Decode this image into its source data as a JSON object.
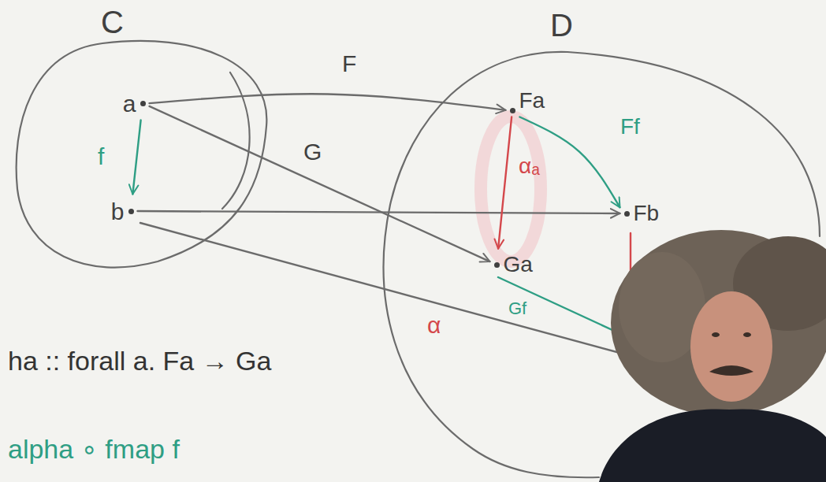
{
  "diagram": {
    "nodes": [
      {
        "text": [
          "C"
        ]
      },
      {
        "text": [
          "a"
        ],
        "in": 0
      },
      {
        "text": [
          "b"
        ],
        "in": 0
      },
      {
        "text": [
          "D"
        ]
      },
      {
        "text": [
          "Fa"
        ],
        "in": 3
      },
      {
        "text": [
          "Fb"
        ],
        "in": 3
      },
      {
        "text": [
          "Ga"
        ],
        "in": 3
      }
    ],
    "edges": [
      {
        "from": 1,
        "to": 4,
        "arrow": "to",
        "label": "F"
      },
      {
        "from": 1,
        "to": 2,
        "arrow": "to",
        "label": "f"
      },
      {
        "from": 1,
        "to": 6,
        "arrow": "to",
        "label": "G"
      },
      {
        "from": 2,
        "to": 5,
        "arrow": "to"
      },
      {
        "from": 4,
        "to": 5,
        "arrow": "to",
        "label": "Ff"
      },
      {
        "from": 4,
        "to": 6,
        "arrow": "to",
        "label": "αₐ"
      }
    ],
    "labels": [
      "Gf",
      "α",
      "ha :: forall a. Fa → Ga",
      "alpha ∘ fmap f"
    ]
  }
}
